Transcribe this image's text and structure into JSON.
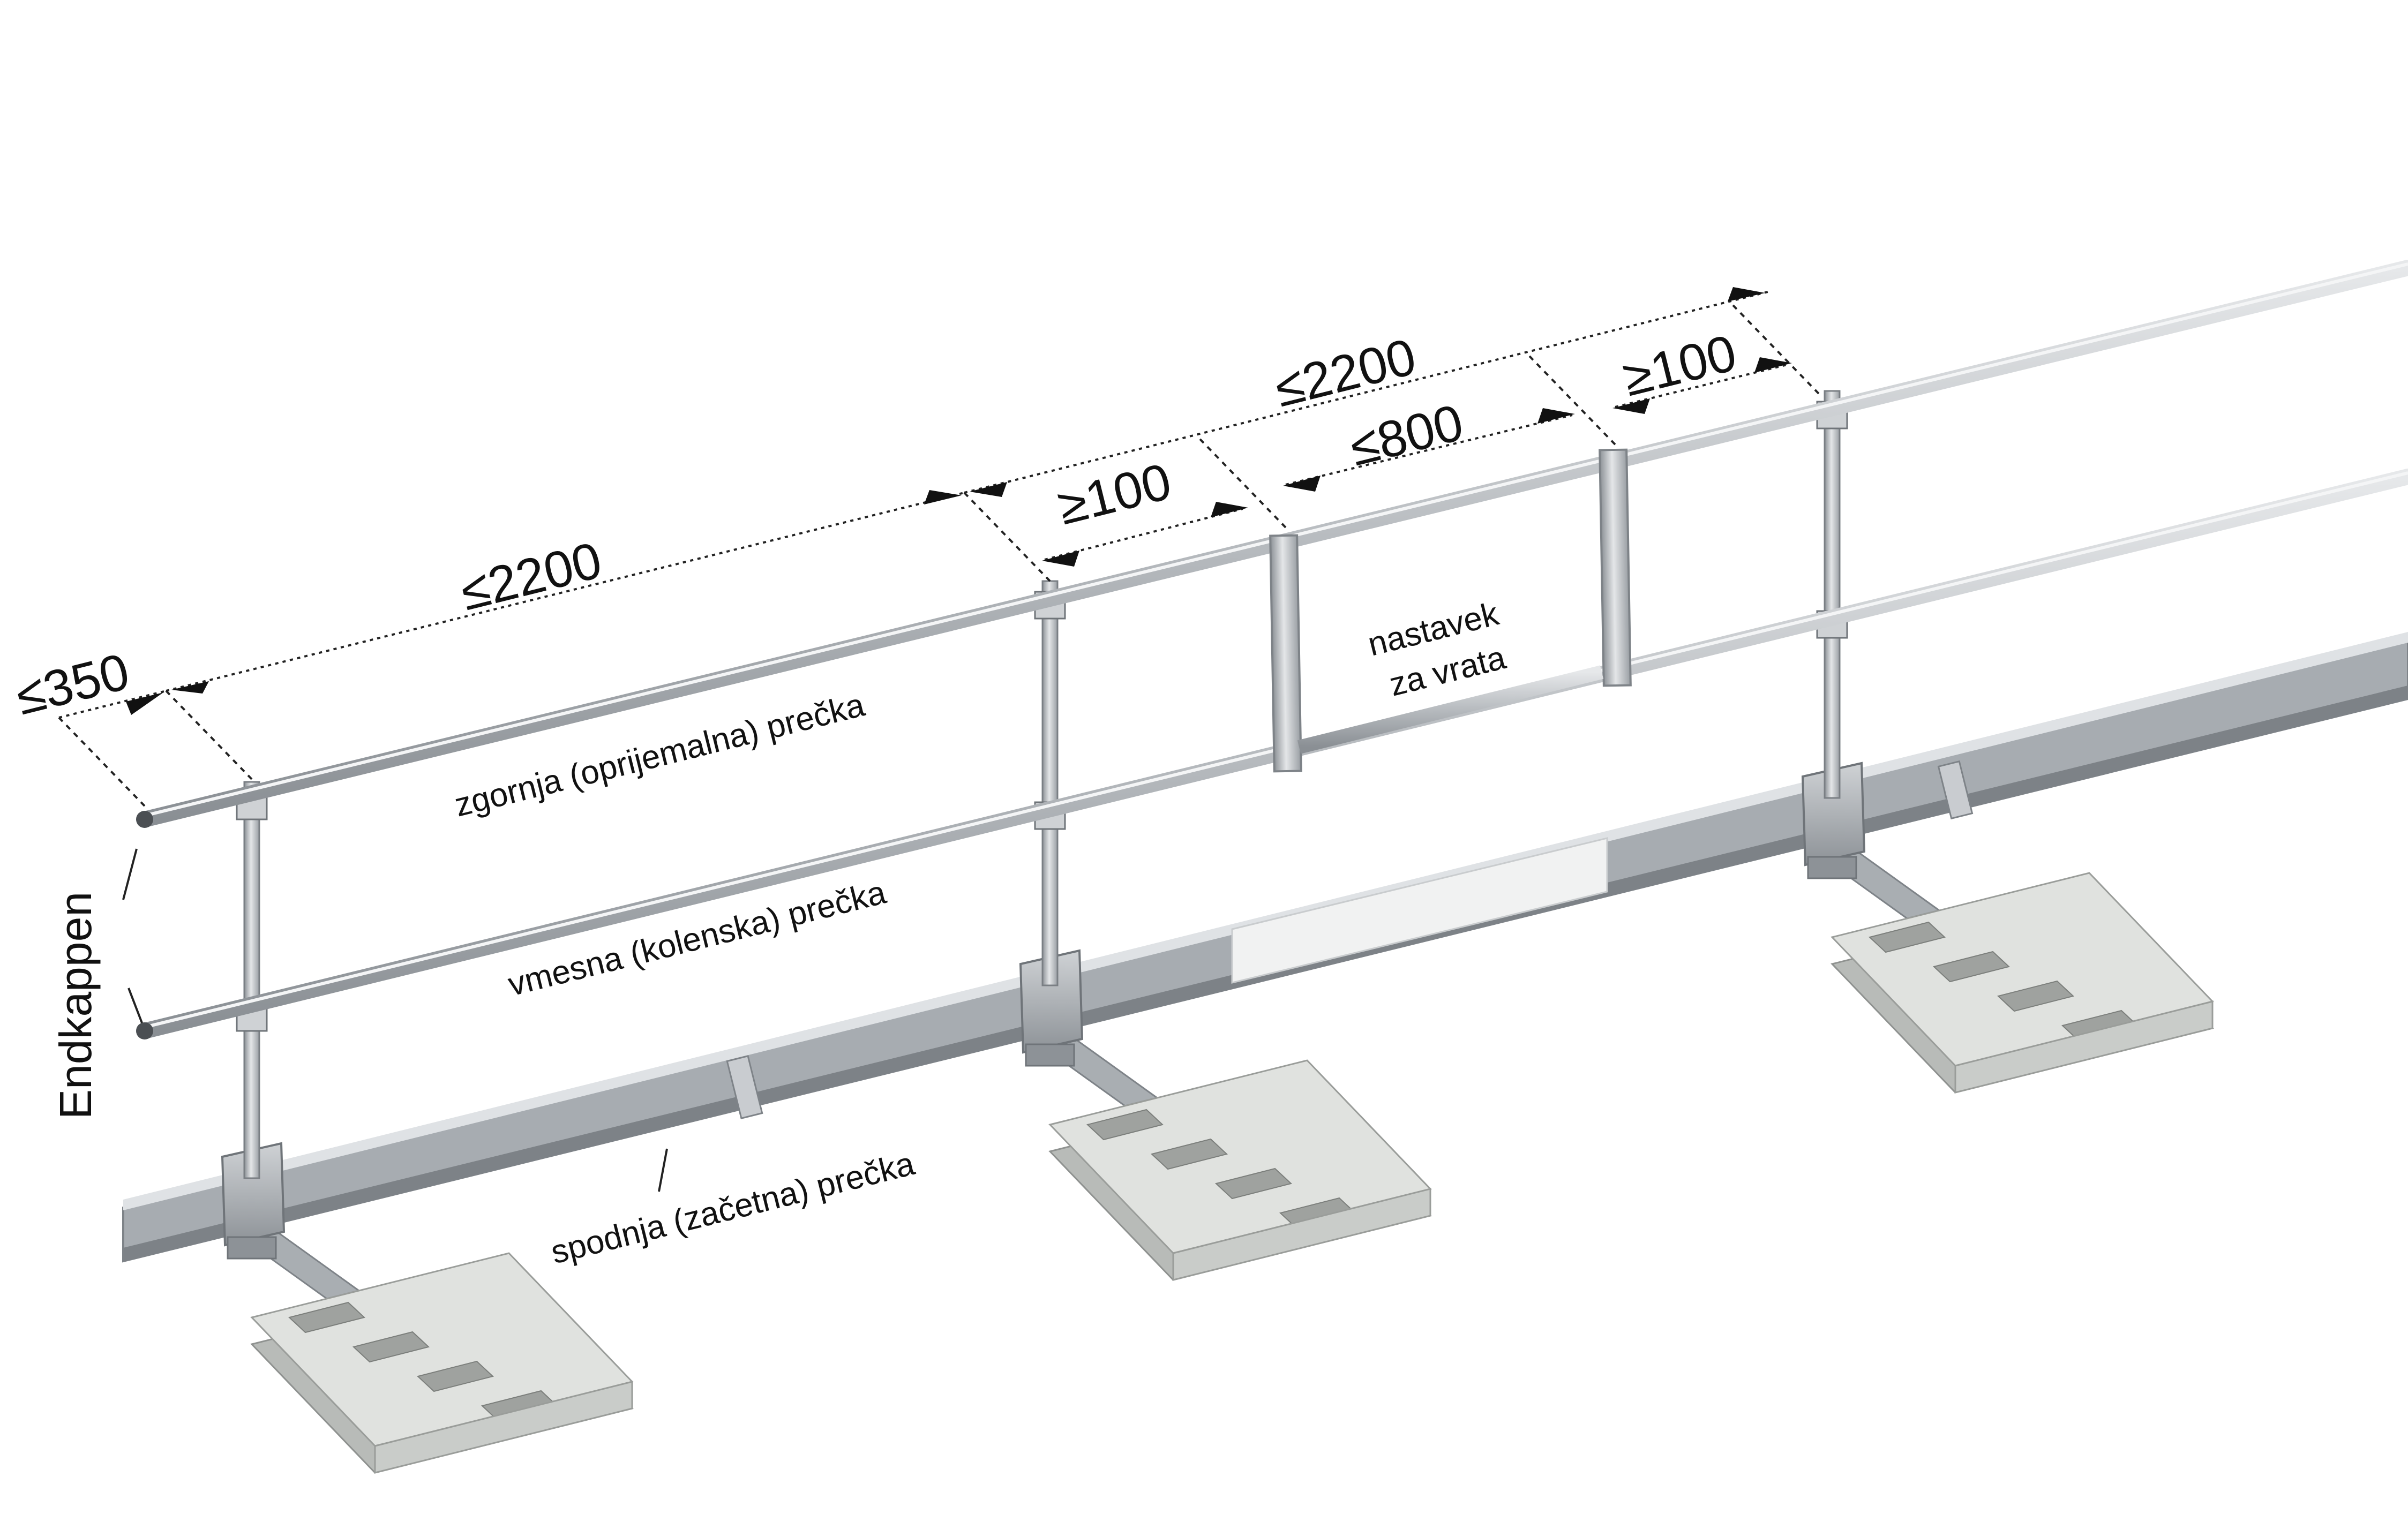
{
  "dimensions": {
    "end_overhang": "≤350",
    "post_spacing_1": "≤2200",
    "post_spacing_2": "≤2200",
    "gate_offset_left": "≥100",
    "gate_width": "≤800",
    "gate_offset_right": "≥100"
  },
  "labels": {
    "top_rail": "zgornja (oprijemalna) prečka",
    "mid_rail": "vmesna (kolenska) prečka",
    "bottom_rail": "spodnja (začetna) prečka",
    "gate_line1": "nastavek",
    "gate_line2": "za vrata",
    "endcaps": "Endkappen"
  },
  "colors": {
    "metal": "#b9bdc2",
    "metal_dark": "#8e9398",
    "ballast": "#dfe1df",
    "ballast_shadow": "#b8bbb8",
    "dim_line": "#222222"
  }
}
